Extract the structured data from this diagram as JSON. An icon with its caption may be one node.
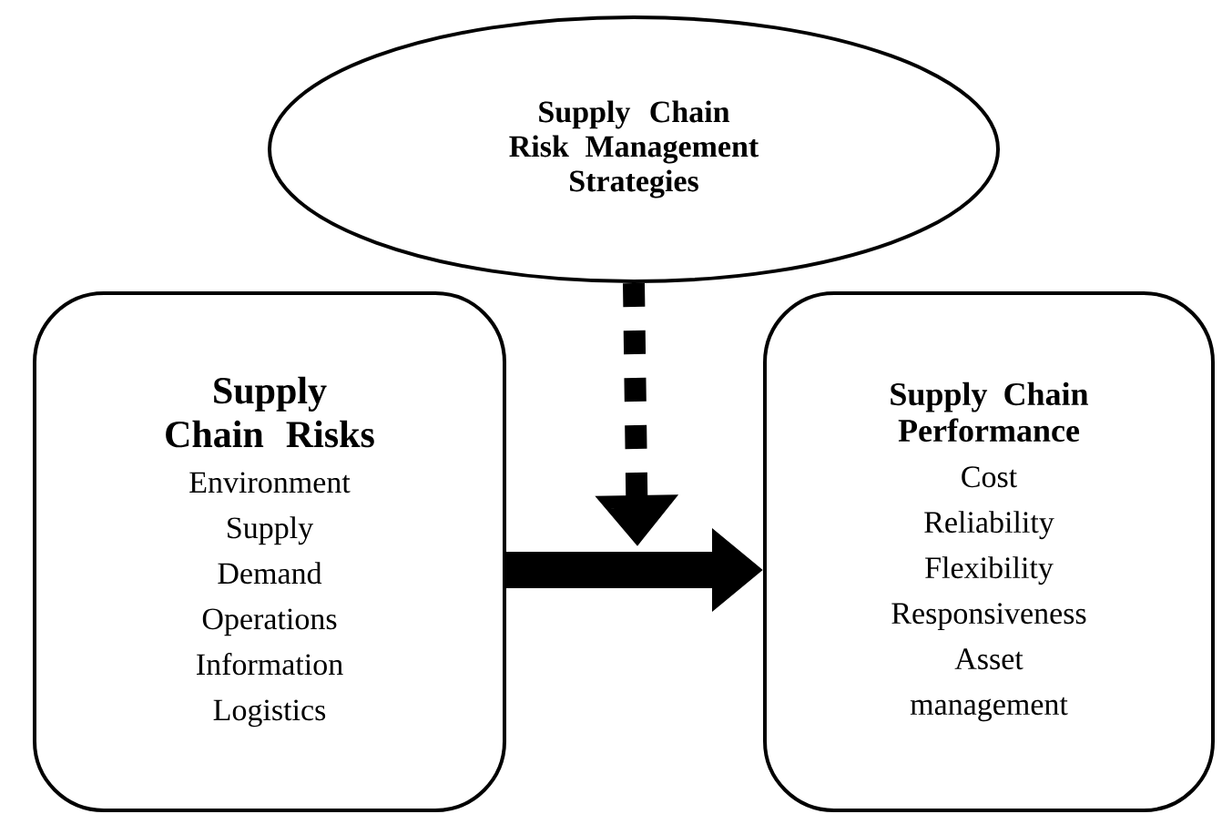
{
  "diagram": {
    "nodes": [
      {
        "text": [
          "Supply Chain Risk Management Strategies"
        ]
      },
      {
        "text": [
          "Supply Chain Risks",
          "Environment",
          "Supply",
          "Demand",
          "Operations",
          "Information",
          "Logistics"
        ]
      },
      {
        "text": [
          "Supply Chain Performance",
          "Cost",
          "Reliability",
          "Flexibility",
          "Responsiveness",
          "Asset management"
        ]
      }
    ],
    "edges": [
      {
        "from": 0,
        "to": null,
        "arrow": "to",
        "style": "dashed"
      },
      {
        "from": 1,
        "to": 2,
        "arrow": "to"
      }
    ]
  }
}
